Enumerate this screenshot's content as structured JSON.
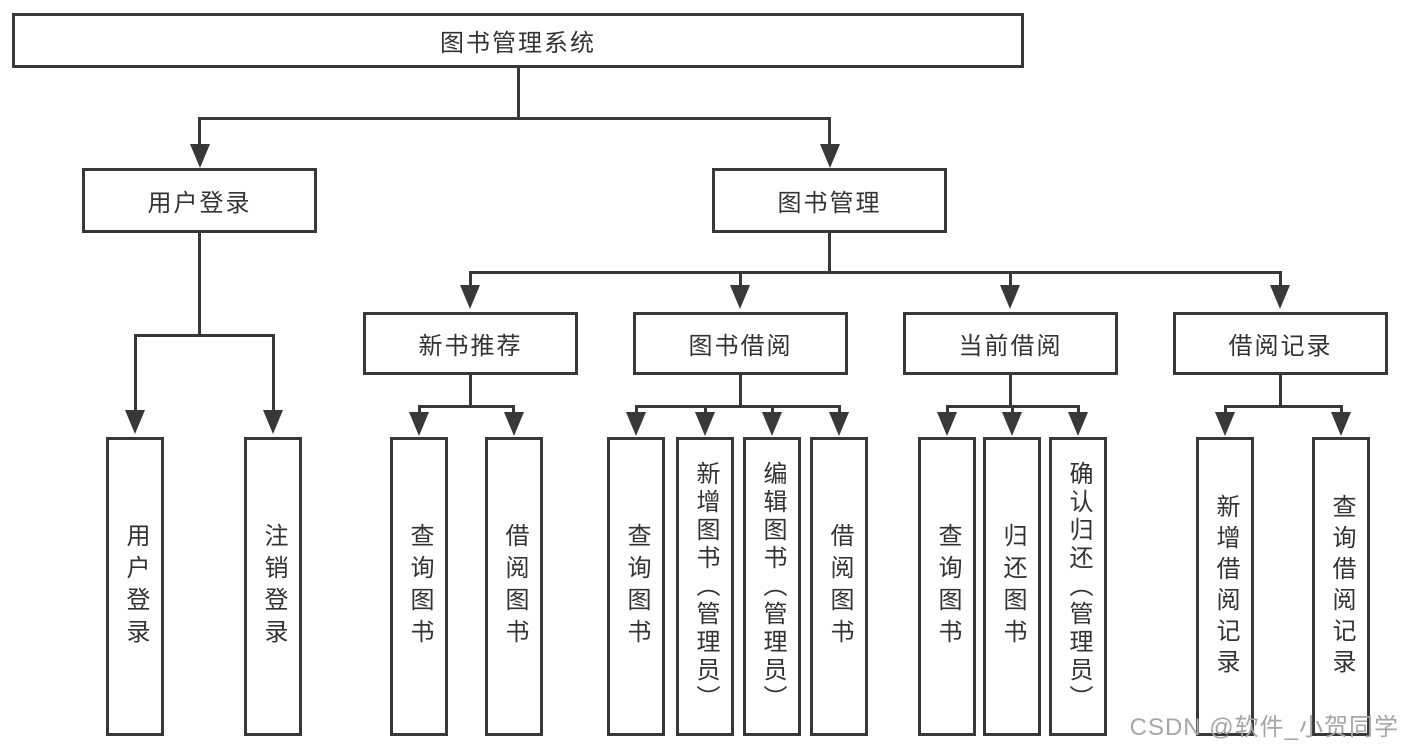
{
  "colors": {
    "line": "#383838",
    "text": "#333333",
    "box_background": "#ffffff",
    "watermark": "#a6a6a6",
    "background": "#ffffff"
  },
  "nodes": {
    "root": {
      "label": "图书管理系统"
    },
    "level2": [
      {
        "label": "用户登录"
      },
      {
        "label": "图书管理"
      }
    ],
    "level3": [
      {
        "label": "新书推荐"
      },
      {
        "label": "图书借阅"
      },
      {
        "label": "当前借阅"
      },
      {
        "label": "借阅记录"
      }
    ],
    "leaves": {
      "user_login": [
        {
          "label": "用户登录"
        },
        {
          "label": "注销登录"
        }
      ],
      "new_book_recommend": [
        {
          "label": "查询图书"
        },
        {
          "label": "借阅图书"
        }
      ],
      "book_borrow": [
        {
          "label": "查询图书"
        },
        {
          "label": "新增图书（管理员）"
        },
        {
          "label": "编辑图书（管理员）"
        },
        {
          "label": "借阅图书"
        }
      ],
      "current_borrow": [
        {
          "label": "查询图书"
        },
        {
          "label": "归还图书"
        },
        {
          "label": "确认归还（管理员）"
        }
      ],
      "borrow_records": [
        {
          "label": "新增借阅记录"
        },
        {
          "label": "查询借阅记录"
        }
      ]
    }
  },
  "watermark": "CSDN @软件_小贺同学"
}
